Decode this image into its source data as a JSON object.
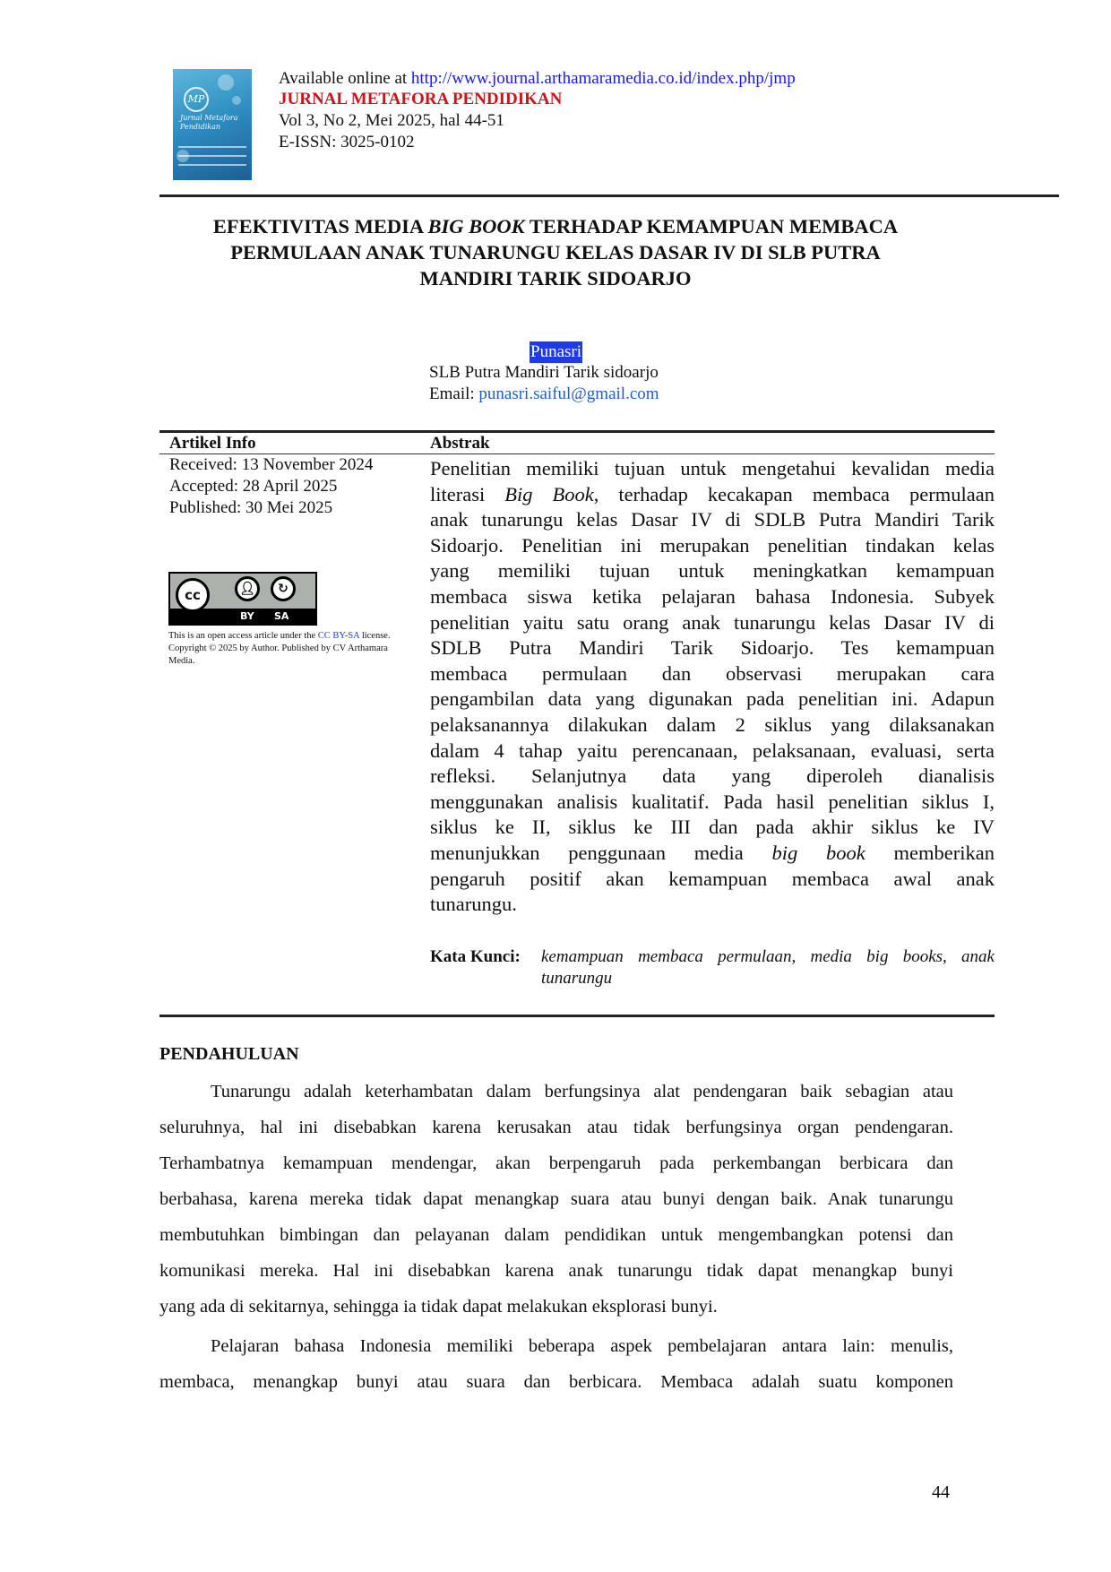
{
  "header": {
    "available_prefix": "Available online at ",
    "url": "http://www.journal.arthamaramedia.co.id/index.php/jmp",
    "journal_name": "JURNAL METAFORA PENDIDIKAN",
    "volume": "Vol 3, No 2, Mei 2025, hal 44-51",
    "issn": "E-ISSN: 3025-0102",
    "cover_text": "Jurnal Metafora Pendidikan",
    "cover_logo": "MP"
  },
  "title": {
    "line1_a": "EFEKTIVITAS MEDIA ",
    "line1_italic": "BIG BOOK",
    "line1_b": " TERHADAP KEMAMPUAN MEMBACA",
    "line2": "PERMULAAN ANAK TUNARUNGU KELAS DASAR IV DI SLB PUTRA",
    "line3": "MANDIRI TARIK SIDOARJO"
  },
  "author": {
    "name": "Punasri",
    "affiliation": "SLB Putra Mandiri Tarik sidoarjo",
    "email_label": "Email: ",
    "email": "punasri.saiful@gmail.com"
  },
  "article_info": {
    "heading": "Artikel Info",
    "received": "Received: 13 November 2024",
    "accepted": "Accepted: 28 April 2025",
    "published": "Published: 30 Mei 2025",
    "license_prefix": "This is an open access article under the ",
    "license_link": "CC BY-SA",
    "license_suffix": " license. Copyright © 2025 by Author. Published by CV Arthamara Media.",
    "badge_by": "BY",
    "badge_sa": "SA",
    "badge_cc": "cc"
  },
  "abstract": {
    "heading": "Abstrak",
    "lines": [
      "Penelitian memiliki tujuan untuk mengetahui kevalidan media",
      "literasi |Big Book|, terhadap kecakapan membaca permulaan",
      "anak tunarungu kelas Dasar IV di SDLB Putra Mandiri Tarik",
      "Sidoarjo. Penelitian ini merupakan penelitian tindakan kelas",
      "yang memiliki tujuan untuk meningkatkan kemampuan",
      "membaca siswa ketika pelajaran bahasa Indonesia. Subyek",
      "penelitian yaitu satu orang anak tunarungu kelas Dasar IV di",
      "SDLB Putra Mandiri Tarik Sidoarjo. Tes kemampuan",
      "membaca permulaan dan observasi merupakan cara",
      "pengambilan data yang digunakan pada penelitian ini. Adapun",
      "pelaksanannya dilakukan dalam 2 siklus yang dilaksanakan",
      "dalam 4 tahap yaitu perencanaan, pelaksanaan, evaluasi, serta",
      "refleksi. Selanjutnya data yang diperoleh dianalisis",
      "menggunakan analisis kualitatif. Pada hasil penelitian siklus I,",
      "siklus ke II, siklus ke III dan pada akhir siklus ke IV",
      "menunjukkan penggunaan media |big book| memberikan",
      "pengaruh positif akan kemampuan membaca awal anak",
      "tunarungu."
    ],
    "keywords_label": "Kata Kunci:",
    "keywords_lines": [
      "kemampuan membaca permulaan, media big books, anak",
      "tunarungu"
    ]
  },
  "body": {
    "section_heading": "PENDAHULUAN",
    "para1_lines": [
      "Tunarungu adalah keterhambatan dalam berfungsinya alat pendengaran baik sebagian atau",
      "seluruhnya, hal ini disebabkan karena kerusakan atau tidak berfungsinya organ pendengaran.",
      "Terhambatnya kemampuan mendengar, akan berpengaruh pada perkembangan berbicara dan",
      "berbahasa, karena mereka tidak dapat menangkap suara atau bunyi dengan baik. Anak tunarungu",
      "membutuhkan bimbingan dan pelayanan dalam pendidikan untuk mengembangkan potensi dan",
      "komunikasi mereka. Hal ini disebabkan karena anak tunarungu tidak dapat menangkap bunyi",
      "yang ada di sekitarnya, sehingga ia tidak dapat melakukan eksplorasi bunyi."
    ],
    "para2_lines": [
      "Pelajaran bahasa Indonesia memiliki beberapa aspek pembelajaran antara lain: menulis,",
      "membaca, menangkap bunyi atau suara dan berbicara. Membaca adalah suatu komponen"
    ]
  },
  "page_number": "44"
}
